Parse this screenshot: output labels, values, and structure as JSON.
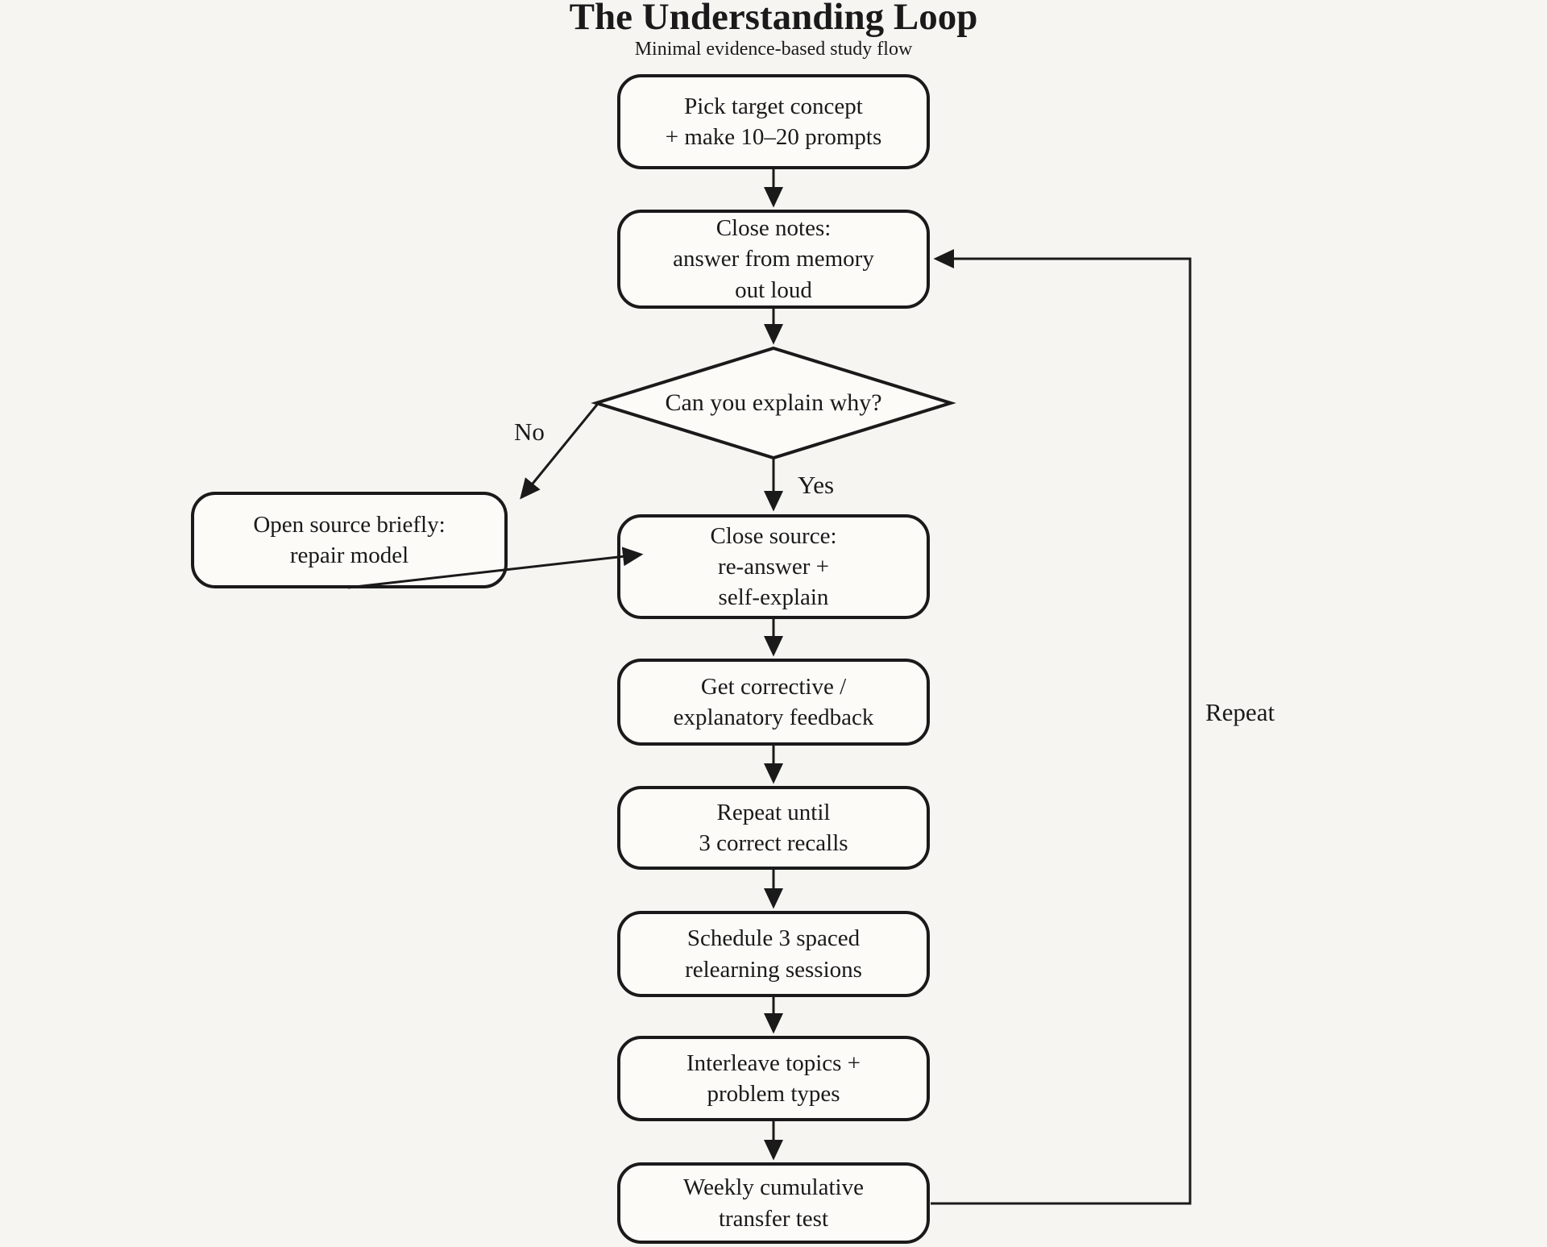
{
  "title": "The Understanding Loop",
  "subtitle": "Minimal evidence-based study flow",
  "colors": {
    "background": "#f6f5f1",
    "node_fill": "#fcfbf8",
    "stroke": "#1a1a1a",
    "text": "#1a1a1a"
  },
  "flowchart": {
    "nodes": {
      "pick_target": {
        "lines": [
          "Pick target concept",
          "+ make 10–20 prompts"
        ]
      },
      "close_notes": {
        "lines": [
          "Close notes:",
          "answer from memory",
          "out loud"
        ]
      },
      "explain_check": {
        "lines": [
          "Can you explain why?"
        ]
      },
      "open_source": {
        "lines": [
          "Open source briefly:",
          "repair model"
        ]
      },
      "close_source": {
        "lines": [
          "Close source:",
          "re-answer +",
          "self-explain"
        ]
      },
      "feedback": {
        "lines": [
          "Get corrective /",
          "explanatory feedback"
        ]
      },
      "repeat_until": {
        "lines": [
          "Repeat until",
          "3 correct recalls"
        ]
      },
      "schedule": {
        "lines": [
          "Schedule 3 spaced",
          "relearning sessions"
        ]
      },
      "interleave": {
        "lines": [
          "Interleave topics +",
          "problem types"
        ]
      },
      "weekly_test": {
        "lines": [
          "Weekly cumulative",
          "transfer test"
        ]
      }
    },
    "edge_labels": {
      "no": "No",
      "yes": "Yes",
      "repeat": "Repeat"
    }
  }
}
